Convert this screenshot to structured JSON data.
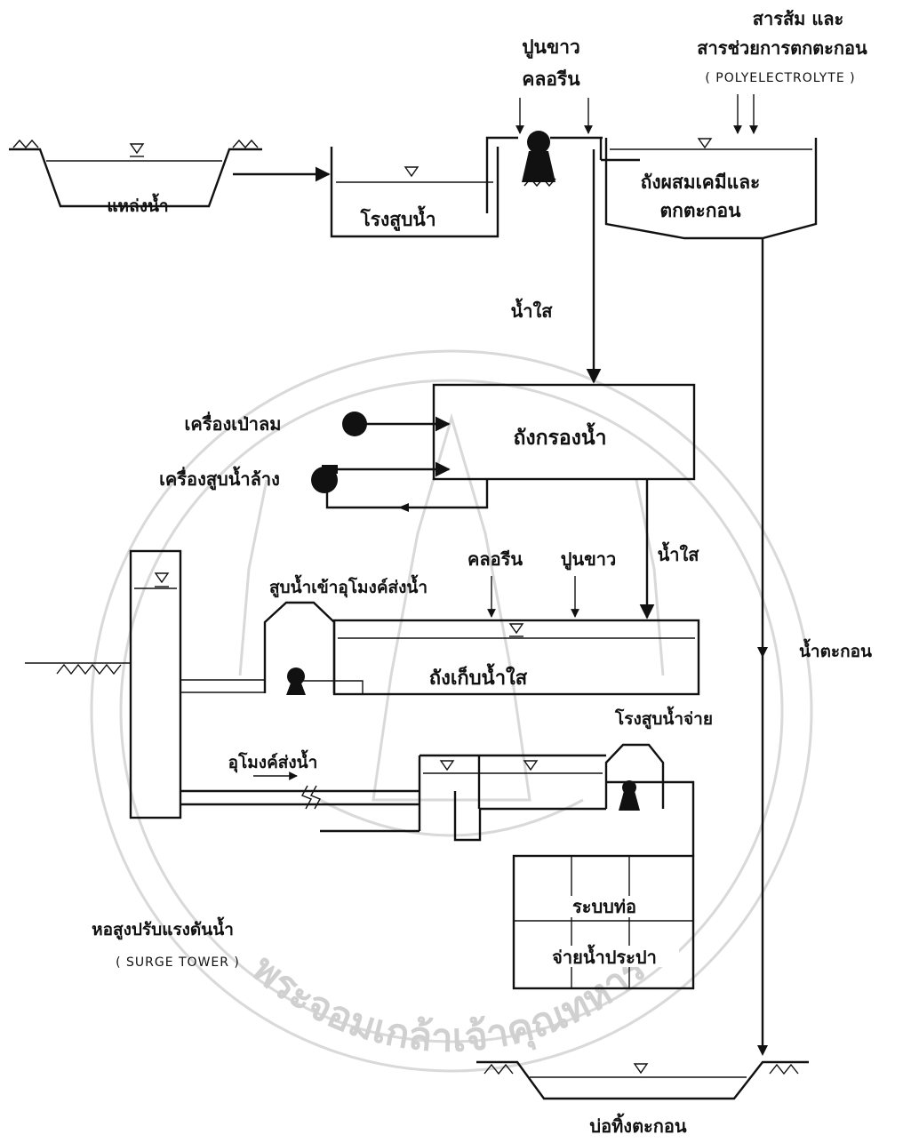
{
  "labels": {
    "water_source": "แหล่งน้ำ",
    "pump_station": "โรงสูบน้ำ",
    "lime_chlorine_top_1": "ปูนขาว",
    "lime_chlorine_top_2": "คลอรีน",
    "coagulant_1": "สารส้ม และ",
    "coagulant_2": "สารช่วยการตกตะกอน",
    "polyelectrolyte": "( POLYELECTROLYTE )",
    "mixing_tank_1": "ถังผสมเคมีและ",
    "mixing_tank_2": "ตกตะกอน",
    "clear_water_1": "น้ำใส",
    "filter_tank": "ถังกรองน้ำ",
    "air_blower": "เครื่องเป่าลม",
    "backwash_pump": "เครื่องสูบน้ำล้าง",
    "chlorine_2": "คลอรีน",
    "lime_2": "ปูนขาว",
    "clear_water_2": "น้ำใส",
    "pump_to_tunnel": "สูบน้ำเข้าอุโมงค์ส่งน้ำ",
    "clear_water_tank": "ถังเก็บน้ำใส",
    "sediment_water": "น้ำตะกอน",
    "distribution_pump_station": "โรงสูบน้ำจ่าย",
    "tunnel": "อุโมงค์ส่งน้ำ",
    "pipe_system_1": "ระบบท่อ",
    "pipe_system_2": "จ่ายน้ำประปา",
    "surge_tower_th": "หอสูงปรับแรงดันน้ำ",
    "surge_tower_en": "( SURGE     TOWER )",
    "sediment_pond": "บ่อทิ้งตะกอน"
  },
  "watermark": {
    "arc_text": "พระจอมเกล้าเจ้าคุณทหาร"
  }
}
